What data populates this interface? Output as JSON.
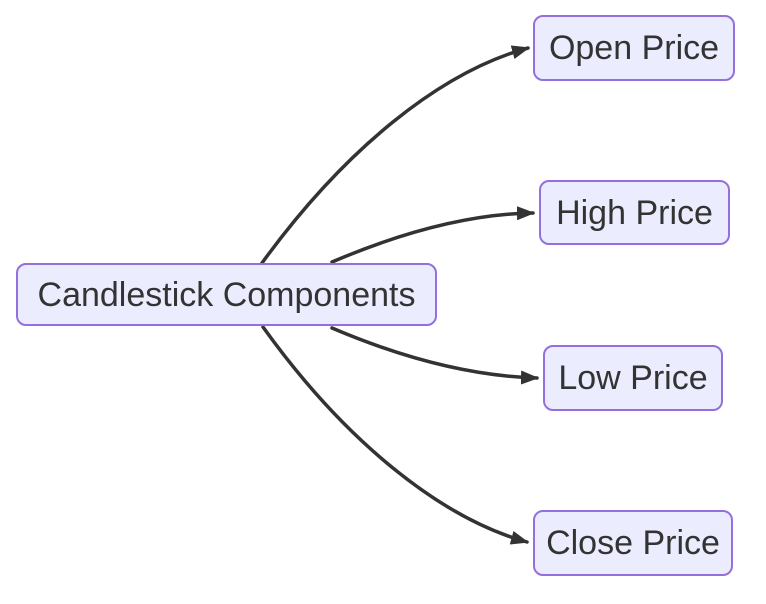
{
  "diagram": {
    "type": "flowchart",
    "direction": "left-to-right",
    "nodes": {
      "root": {
        "label": "Candlestick Components"
      },
      "open": {
        "label": "Open Price"
      },
      "high": {
        "label": "High Price"
      },
      "low": {
        "label": "Low Price"
      },
      "close": {
        "label": "Close Price"
      }
    },
    "edges": [
      {
        "from": "Candlestick Components",
        "to": "Open Price",
        "arrow": "triangle"
      },
      {
        "from": "Candlestick Components",
        "to": "High Price",
        "arrow": "triangle"
      },
      {
        "from": "Candlestick Components",
        "to": "Low Price",
        "arrow": "triangle"
      },
      {
        "from": "Candlestick Components",
        "to": "Close Price",
        "arrow": "triangle"
      }
    ],
    "colors": {
      "node_fill": "#ECECFF",
      "node_border": "#9370DB",
      "node_text": "#333333",
      "edge_stroke": "#333333",
      "background": "#FFFFFF"
    }
  }
}
